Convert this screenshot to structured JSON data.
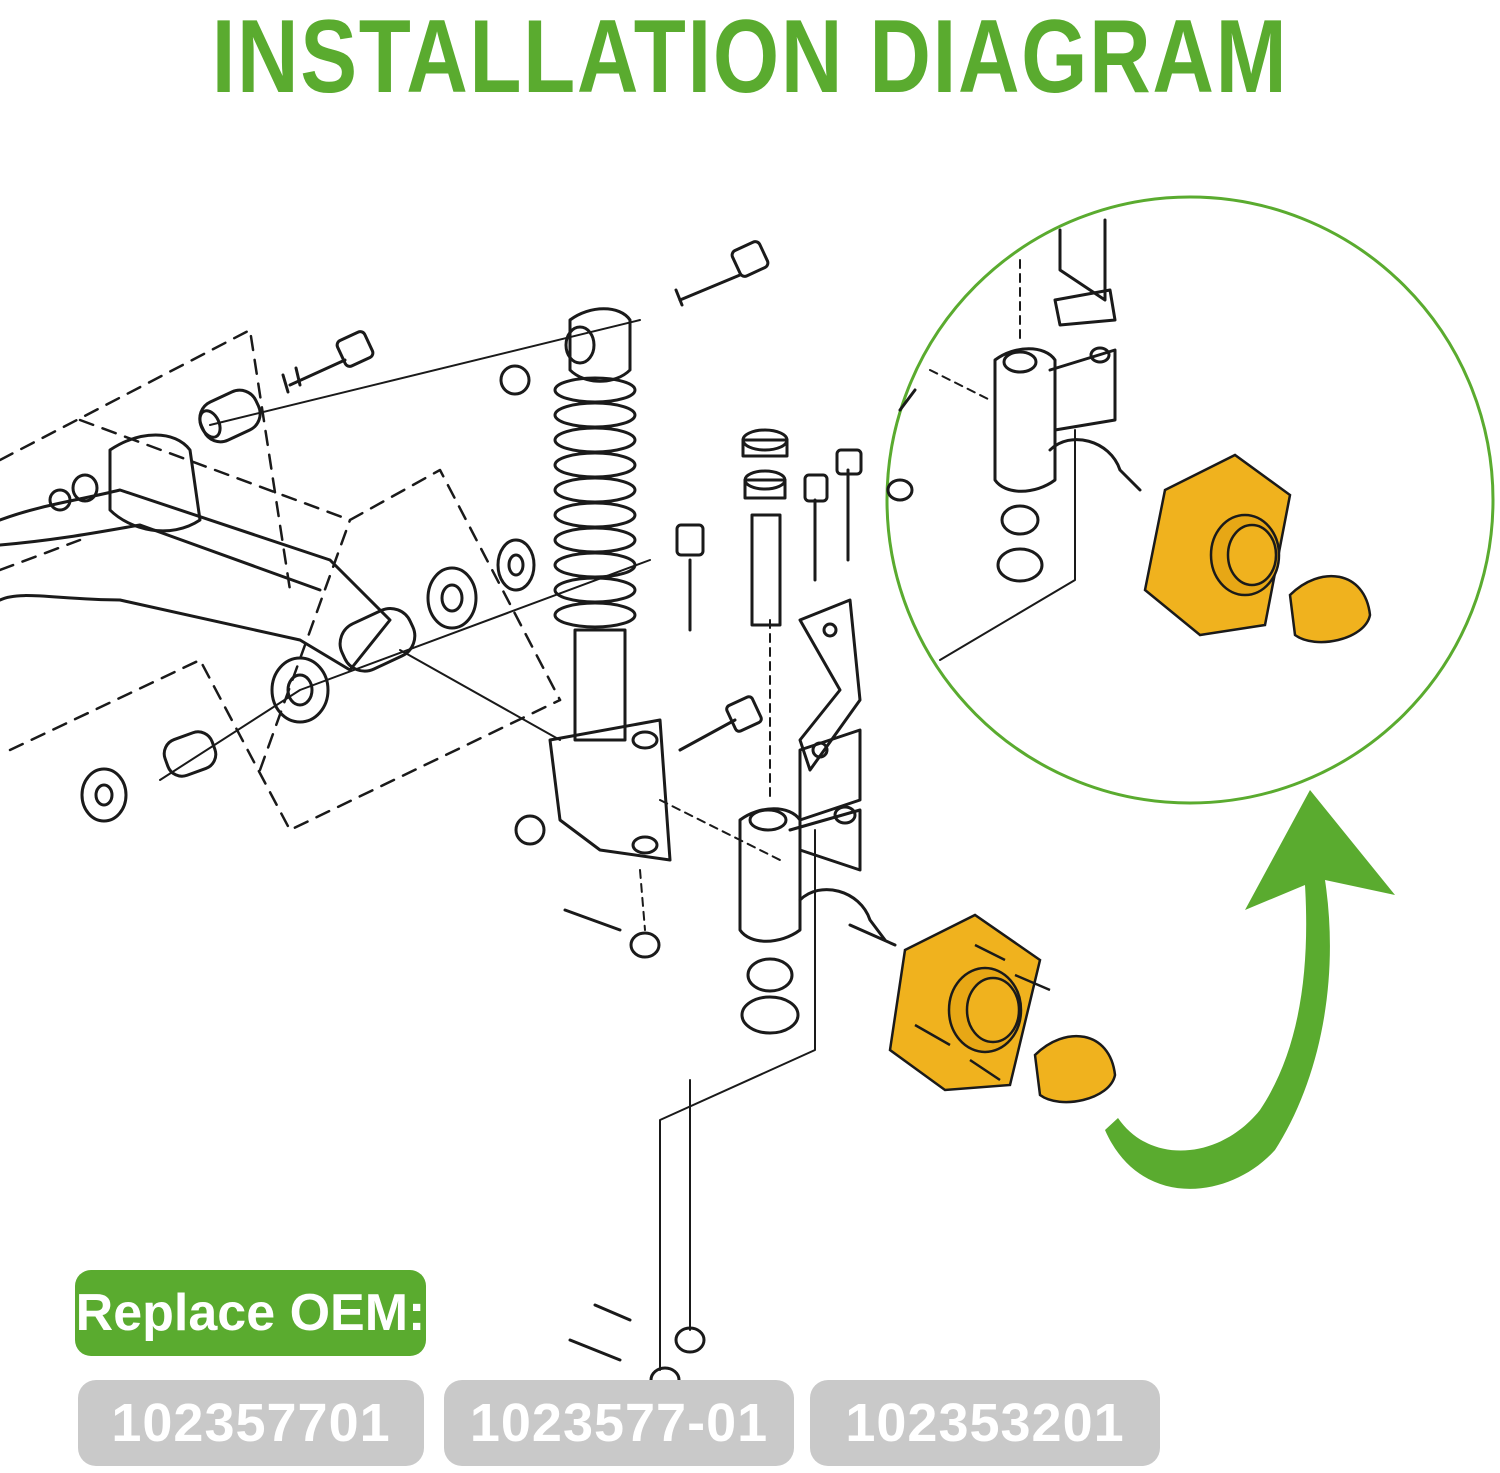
{
  "title": "INSTALLATION DIAGRAM",
  "oem": {
    "label": "Replace OEM:",
    "parts": [
      "102357701",
      "1023577-01",
      "102353201"
    ]
  },
  "colors": {
    "brand_green": "#5aab2f",
    "highlight_yellow": "#f0b21e",
    "part_box_gray": "#c9c9c9",
    "line_art": "#1a1a1a"
  },
  "icons": [
    "magnify-circle",
    "curved-arrow-icon"
  ]
}
